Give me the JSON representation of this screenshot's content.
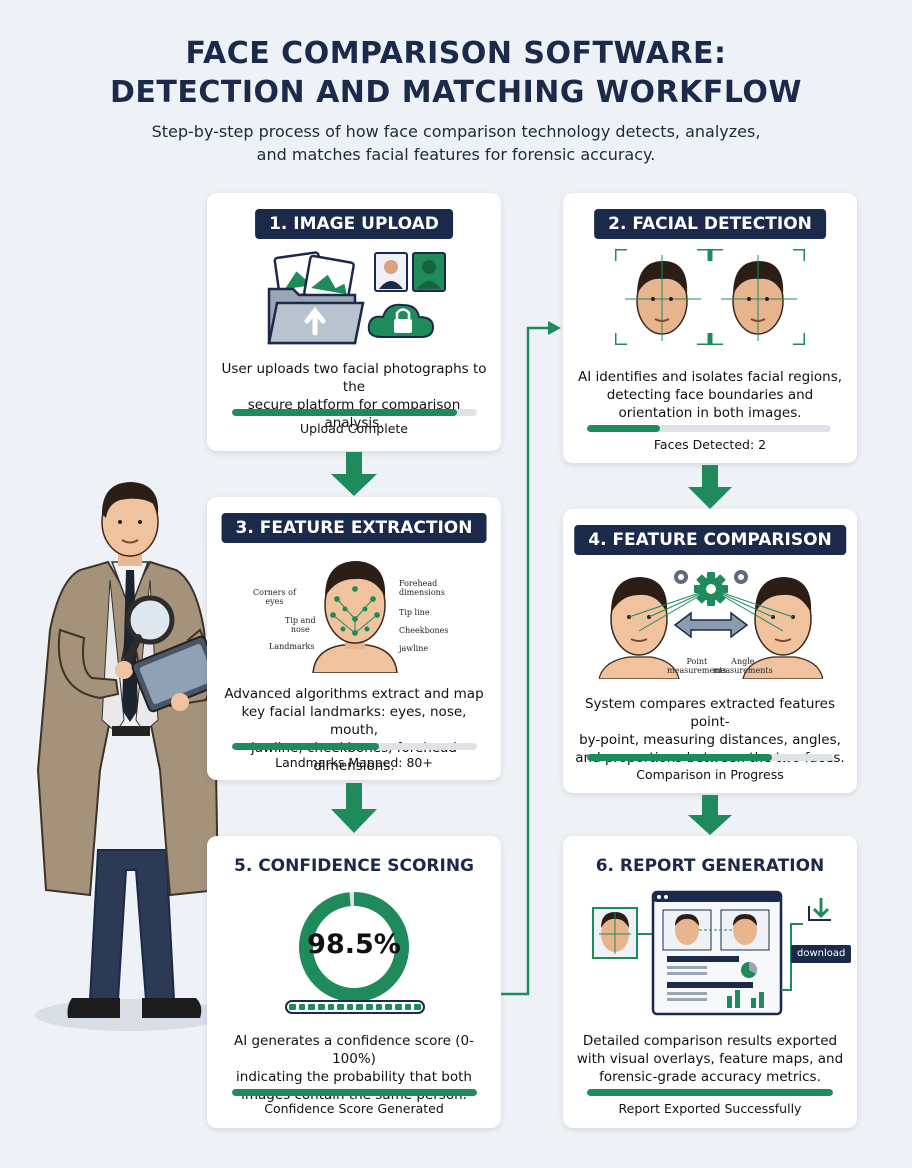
{
  "header": {
    "title_line1": "FACE COMPARISON SOFTWARE:",
    "title_line2": "DETECTION AND MATCHING WORKFLOW",
    "subtitle_line1": "Step-by-step process of how face comparison technology detects, analyzes,",
    "subtitle_line2": "and matches facial features for forensic accuracy."
  },
  "steps": [
    {
      "title": "1. IMAGE UPLOAD",
      "desc_line1": "User uploads two facial photographs to the",
      "desc_line2": "secure platform for comparison analysis.",
      "status": "Upload Complete",
      "progress": 0.92
    },
    {
      "title": "2. FACIAL DETECTION",
      "desc_line1": "AI identifies and isolates facial regions,",
      "desc_line2": "detecting face boundaries and",
      "desc_line3": "orientation in both images.",
      "status": "Faces Detected: 2",
      "progress": 0.3
    },
    {
      "title": "3. FEATURE EXTRACTION",
      "desc_line1": "Advanced algorithms extract and map",
      "desc_line2": "key facial landmarks: eyes, nose, mouth,",
      "desc_line3": "jawline, cheekbones, forehead dimensions.",
      "status": "Landmarks Mapped: 80+",
      "progress": 0.6,
      "labels": {
        "corners": "Corners of",
        "corners2": "eyes",
        "tip": "Tip and",
        "tip2": "nose",
        "landmarks": "Landmarks",
        "forehead": "Forehead",
        "forehead2": "dimensions",
        "tipline": "Tip line",
        "cheek": "Cheekbones",
        "jaw": "jawline"
      }
    },
    {
      "title": "4. FEATURE COMPARISON",
      "desc_line1": "System compares extracted features point-",
      "desc_line2": "by-point, measuring distances, angles,",
      "desc_line3": "and proportions between the two faces.",
      "status": "Comparison in Progress",
      "progress": 0.75,
      "labels": {
        "left1": "Point",
        "left2": "measurements",
        "right1": "Angle",
        "right2": "measurements"
      }
    },
    {
      "title": "5. CONFIDENCE SCORING",
      "score": "98.5%",
      "score_value": 98.5,
      "desc_line1": "AI generates a confidence score (0-100%)",
      "desc_line2": "indicating the probability that both",
      "desc_line3": "images contain the same person.",
      "status": "Confidence Score Generated",
      "progress": 1.0
    },
    {
      "title": "6. REPORT GENERATION",
      "download_label": "download",
      "desc_line1": "Detailed comparison results exported",
      "desc_line2": "with visual overlays, feature maps, and",
      "desc_line3": "forensic-grade accuracy metrics.",
      "status": "Report Exported Successfully",
      "progress": 1.0
    }
  ],
  "colors": {
    "navy": "#1b2a4a",
    "green": "#1f8a5c",
    "background": "#eef1f5"
  }
}
